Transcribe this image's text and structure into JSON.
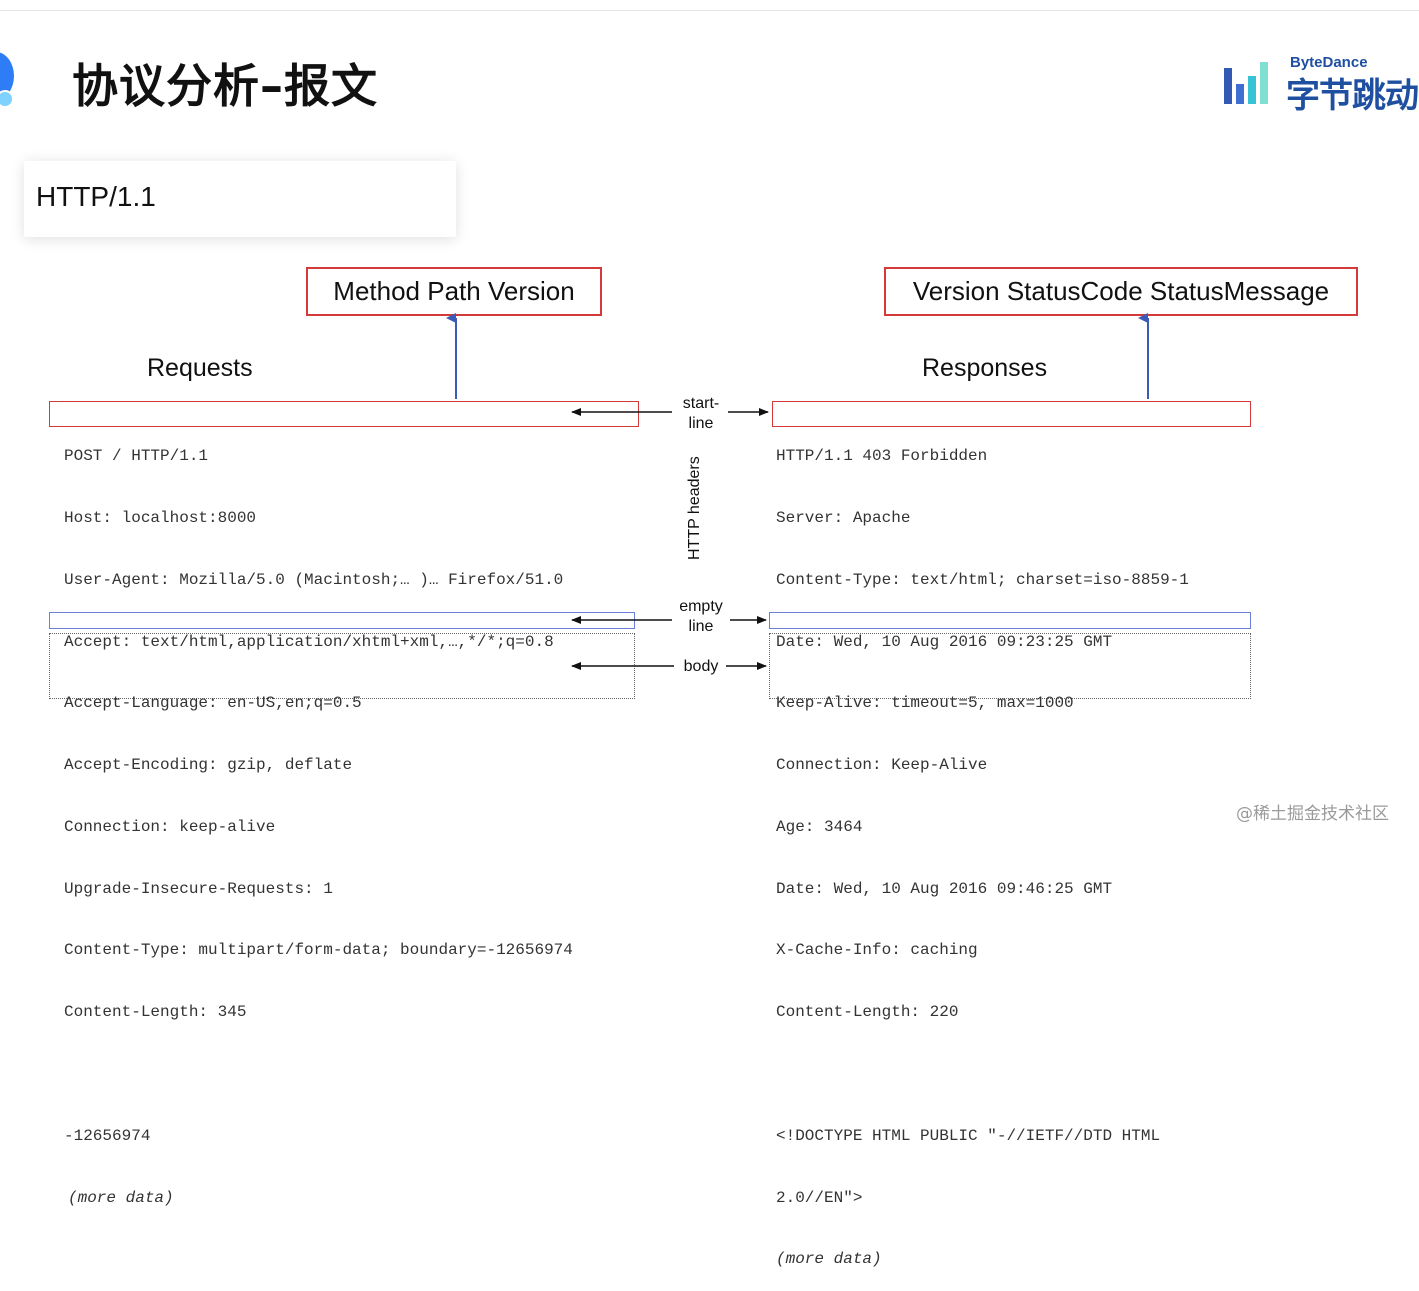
{
  "slide": {
    "title": "协议分析–报文",
    "protocol": "HTTP/1.1",
    "watermark": "@稀土掘金技术社区"
  },
  "brand": {
    "name_en": "ByteDance",
    "name_zh": "字节跳动",
    "color": "#1f4fa0"
  },
  "diagram": {
    "request_annotation": "Method Path Version",
    "response_annotation": "Version StatusCode StatusMessage",
    "requests_heading": "Requests",
    "responses_heading": "Responses",
    "labels": {
      "start_line_1": "start-",
      "start_line_2": "line",
      "http_headers": "HTTP headers",
      "empty_line_1": "empty",
      "empty_line_2": "line",
      "body": "body"
    },
    "request": {
      "start_line": "POST / HTTP/1.1",
      "headers": [
        "Host: localhost:8000",
        "User-Agent: Mozilla/5.0 (Macintosh;… )… Firefox/51.0",
        "Accept: text/html,application/xhtml+xml,…,*/*;q=0.8",
        "Accept-Language: en-US,en;q=0.5",
        "Accept-Encoding: gzip, deflate",
        "Connection: keep-alive",
        "Upgrade-Insecure-Requests: 1",
        "Content-Type: multipart/form-data; boundary=-12656974",
        "Content-Length: 345"
      ],
      "body": [
        "-12656974",
        "(more data)"
      ]
    },
    "response": {
      "start_line": "HTTP/1.1 403 Forbidden",
      "headers": [
        "Server: Apache",
        "Content-Type: text/html; charset=iso-8859-1",
        "Date: Wed, 10 Aug 2016 09:23:25 GMT",
        "Keep-Alive: timeout=5, max=1000",
        "Connection: Keep-Alive",
        "Age: 3464",
        "Date: Wed, 10 Aug 2016 09:46:25 GMT",
        "X-Cache-Info: caching",
        "Content-Length: 220"
      ],
      "body": [
        "<!DOCTYPE HTML PUBLIC \"-//IETF//DTD HTML",
        "2.0//EN\">",
        "(more data)"
      ]
    }
  },
  "colors": {
    "annotation_border": "#d43a3a",
    "empty_line_border": "#6b7fd8",
    "pointer_arrow": "#3b5bb5"
  }
}
